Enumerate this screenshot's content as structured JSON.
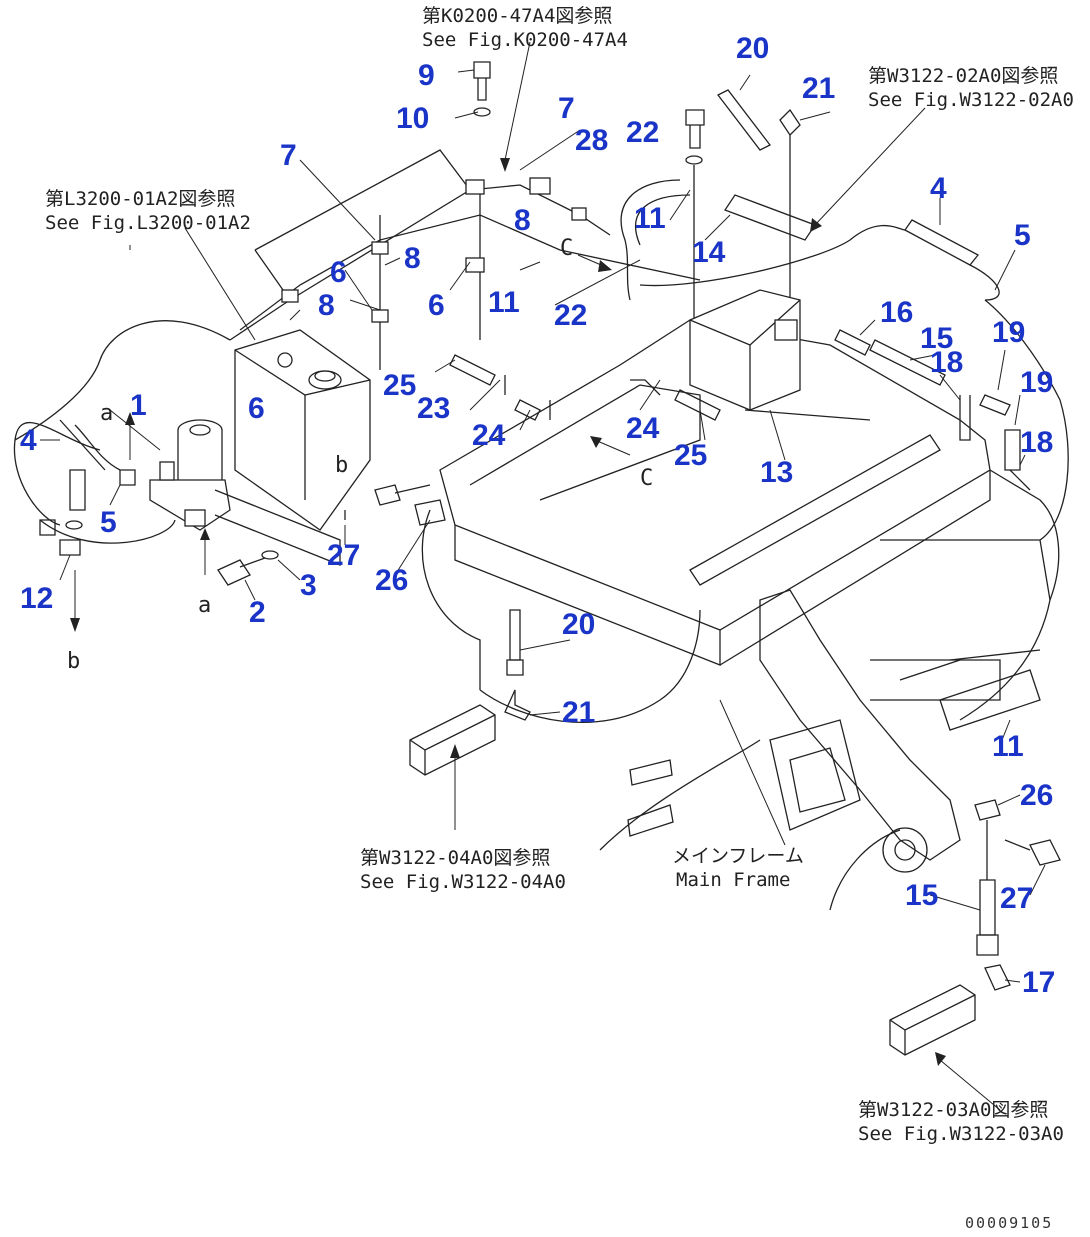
{
  "diagram": {
    "references": [
      {
        "id": "k0200",
        "jp": "第K0200-47A4図参照",
        "en": "See Fig.K0200-47A4"
      },
      {
        "id": "w3122-02",
        "jp": "第W3122-02A0図参照",
        "en": "See Fig.W3122-02A0"
      },
      {
        "id": "l3200",
        "jp": "第L3200-01A2図参照",
        "en": "See Fig.L3200-01A2"
      },
      {
        "id": "w3122-04",
        "jp": "第W3122-04A0図参照",
        "en": "See Fig.W3122-04A0"
      },
      {
        "id": "w3122-03",
        "jp": "第W3122-03A0図参照",
        "en": "See Fig.W3122-03A0"
      }
    ],
    "main_frame": {
      "jp": "メインフレーム",
      "en": "Main Frame"
    },
    "view_letters": {
      "a": "a",
      "b": "b",
      "c": "C"
    },
    "part_numbers": [
      "1",
      "2",
      "3",
      "4",
      "5",
      "6",
      "7",
      "8",
      "9",
      "10",
      "11",
      "12",
      "13",
      "14",
      "15",
      "16",
      "17",
      "18",
      "19",
      "20",
      "21",
      "22",
      "23",
      "24",
      "25",
      "26",
      "27",
      "28"
    ],
    "drawing_code": "00009105",
    "colors": {
      "callout": "#1a34c8",
      "line": "#222222",
      "background": "#ffffff"
    }
  }
}
